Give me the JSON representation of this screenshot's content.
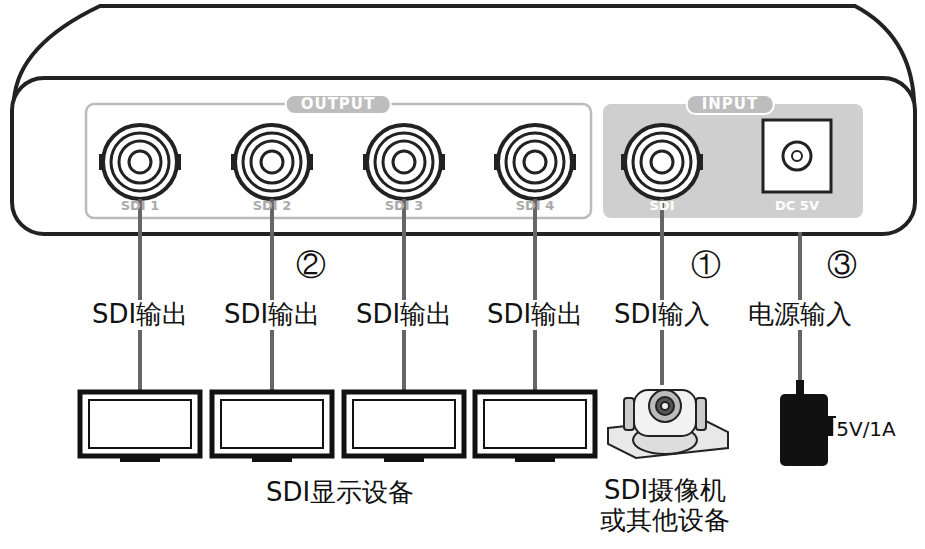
{
  "diagram": {
    "nodes": [
      {
        "text": [
          "OUTPUT",
          "SDI 1",
          "SDI 2",
          "SDI 3",
          "SDI 4"
        ]
      },
      {
        "text": [
          "INPUT",
          "SDI",
          "DC 5V"
        ]
      }
    ],
    "labels": [
      "②",
      "①",
      "③",
      "SDI输出",
      "SDI输出",
      "SDI输出",
      "SDI输出",
      "SDI输入",
      "电源输入",
      "SDI显示设备",
      "SDI摄像机 或其他设备",
      "5V/1A"
    ]
  }
}
